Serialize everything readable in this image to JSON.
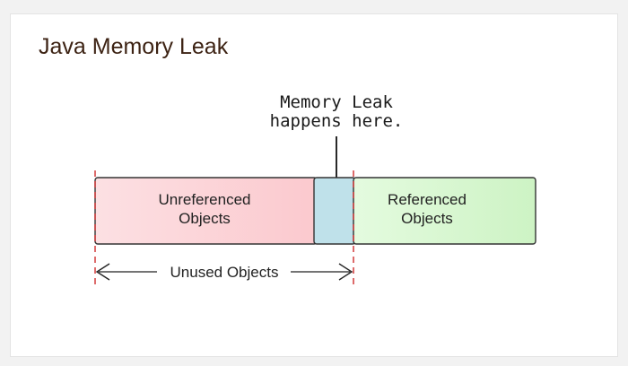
{
  "title": "Java Memory Leak",
  "diagram": {
    "callout": {
      "line1": "Memory Leak",
      "line2": "happens here."
    },
    "unreferenced": {
      "line1": "Unreferenced",
      "line2": "Objects",
      "color": "#fbd3d7"
    },
    "leak_zone_color": "#bfe1ea",
    "referenced": {
      "line1": "Referenced",
      "line2": "Objects",
      "color": "#d6f7cf"
    },
    "span_label": "Unused Objects",
    "marker_color": "#d23a3a"
  }
}
